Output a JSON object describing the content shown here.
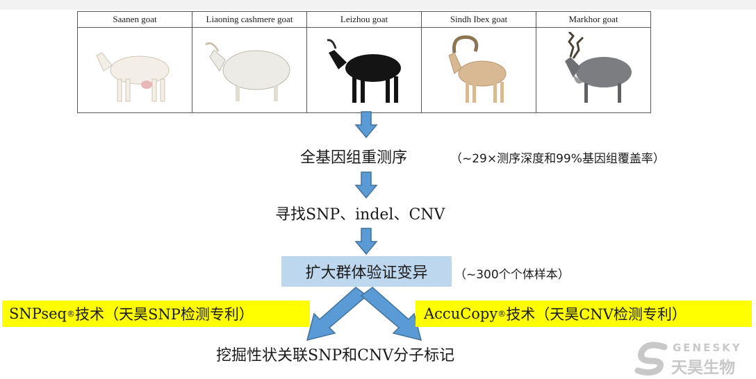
{
  "goats": [
    {
      "name": "Saanen goat",
      "color": "#f4efe6",
      "horn": "#d9cfc0"
    },
    {
      "name": "Liaoning cashmere goat",
      "color": "#ecebe6",
      "horn": "#c9c2b0"
    },
    {
      "name": "Leizhou goat",
      "color": "#141414",
      "horn": "#2a2a2a"
    },
    {
      "name": "Sindh Ibex goat",
      "color": "#d8b994",
      "horn": "#8d7552"
    },
    {
      "name": "Markhor goat",
      "color": "#7b7d80",
      "horn": "#4b4236"
    }
  ],
  "steps": {
    "step1": "全基因组重测序",
    "step1_note": "（~29×测序深度和99%基因组覆盖率）",
    "step2": "寻找SNP、indel、CNV",
    "step3": "扩大群体验证变异",
    "step3_note": "（~300个个体样本）",
    "left_box_pre": "SNPseq",
    "left_box_post": "技术（天昊SNP检测专利）",
    "right_box_pre": "AccuCopy",
    "right_box_post": "技术（天昊CNV检测专利）",
    "registered": "®",
    "final": "挖掘性状关联SNP和CNV分子标记"
  },
  "logo": {
    "en": "GENESKY",
    "cn": "天昊生物"
  },
  "colors": {
    "arrow": "#5b9bd5",
    "arrow_edge": "#41719c",
    "blue_box": "#bdd7ee",
    "yellow_box": "#ffff00"
  }
}
